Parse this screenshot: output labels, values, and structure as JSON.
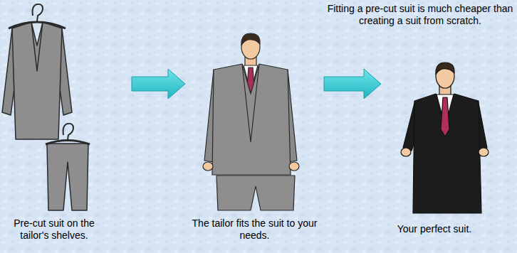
{
  "diagram": {
    "nodes": [
      {
        "text": [
          "Pre-cut suit on the tailor's shelves."
        ]
      },
      {
        "text": [
          "The tailor fits the suit to your needs."
        ]
      },
      {
        "text": [
          "Your perfect suit."
        ]
      }
    ],
    "edges": [
      {
        "from": 0,
        "to": 1,
        "arrow": "to"
      },
      {
        "from": 1,
        "to": 2,
        "arrow": "to"
      }
    ],
    "labels": [
      "Fitting a pre-cut suit is much cheaper than creating a suit from scratch."
    ]
  }
}
